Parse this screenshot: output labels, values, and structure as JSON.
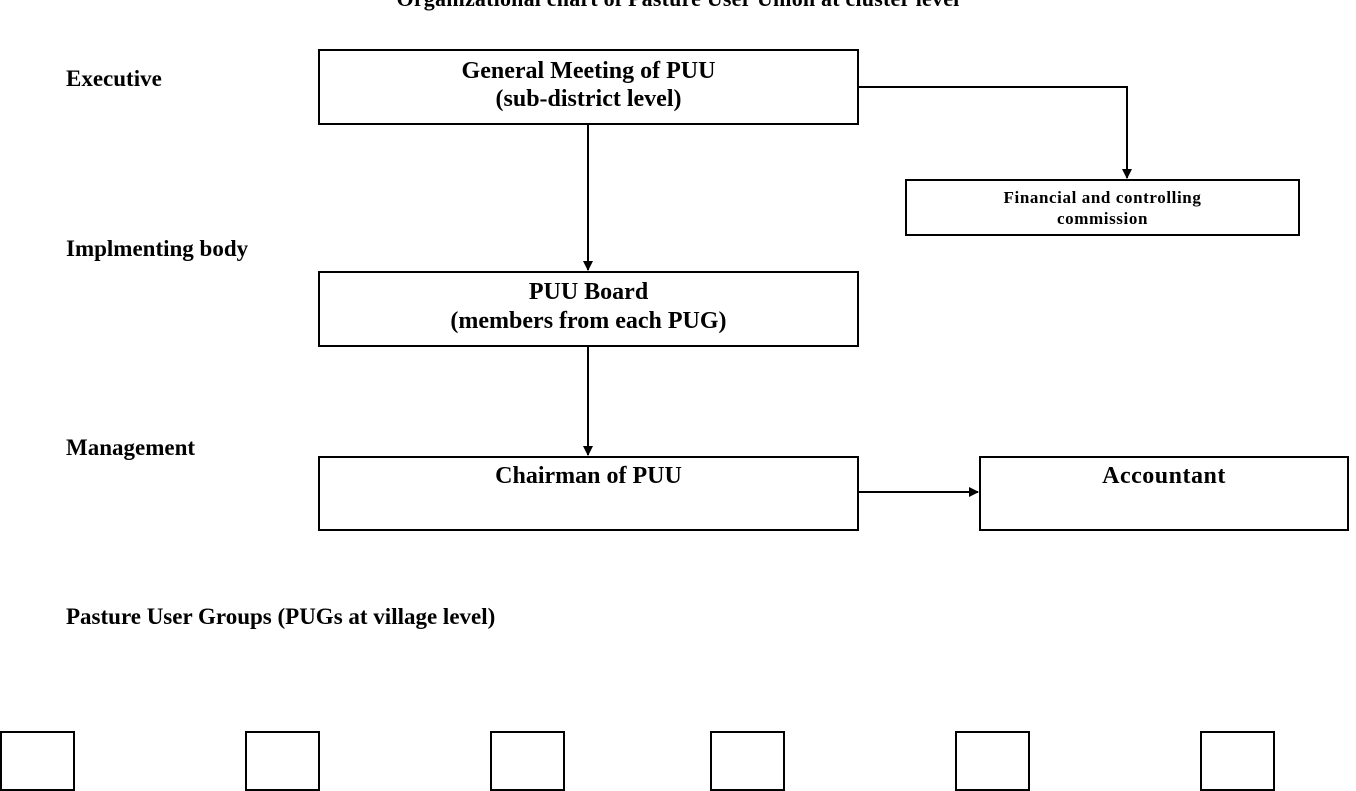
{
  "title": "Organizational chart of Pasture User Union at cluster level",
  "levels": {
    "executive": "Executive",
    "implementing": "Implmenting body",
    "management": "Management",
    "pug": "Pasture User Groups (PUGs at village level)"
  },
  "nodes": {
    "general_meeting": {
      "line1": "General Meeting of PUU",
      "line2": "(sub-district level)"
    },
    "financial_commission": {
      "line1": "Financial and controlling",
      "line2": "commission"
    },
    "puu_board": {
      "line1": "PUU Board",
      "line2": "(members from each PUG)"
    },
    "chairman": {
      "line1": "Chairman of PUU"
    },
    "accountant": {
      "line1": "Accountant"
    }
  },
  "edges": [
    {
      "from": "general_meeting",
      "to": "financial_commission"
    },
    {
      "from": "general_meeting",
      "to": "puu_board"
    },
    {
      "from": "puu_board",
      "to": "chairman"
    },
    {
      "from": "chairman",
      "to": "accountant"
    }
  ],
  "pug_box_count": 6,
  "colors": {
    "stroke": "#000000",
    "background": "#ffffff"
  }
}
